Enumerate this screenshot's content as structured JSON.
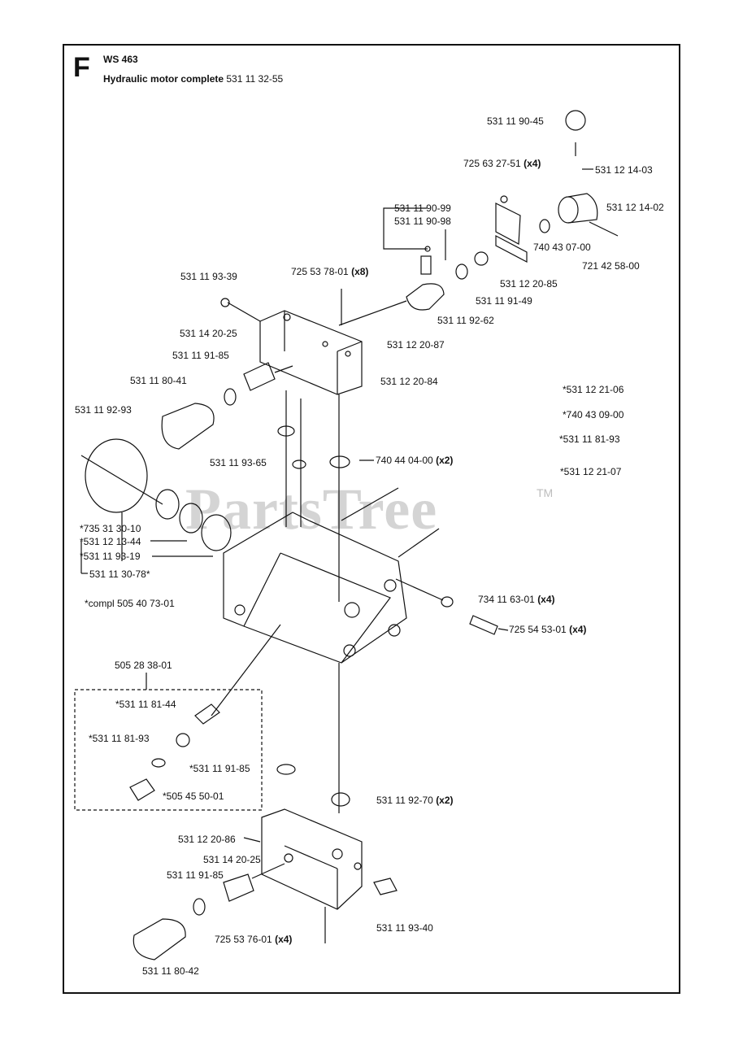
{
  "header": {
    "letter": "F",
    "model": "WS 463",
    "title_bold": "Hydraulic motor complete",
    "title_part": "531 11 32-55"
  },
  "watermark": {
    "text": "PartsTree",
    "tm": "TM"
  },
  "labels": {
    "p531119045": "531 11 90-45",
    "p72563 2751": "",
    "p725632751": "725 63 27-51",
    "x4a": "(x4)",
    "p531121403": "531 12 14-03",
    "p531121402": "531 12 14-02",
    "p531119099": "531 11 90-99",
    "p531119098": "531 11 90-98",
    "p740430700": "740 43 07-00",
    "p721425800": "721 42 58-00",
    "p725537801": "725 53 78-01",
    "x8": "(x8)",
    "p531119339": "531 11 93-39",
    "p531122085": "531 12 20-85",
    "p531119149": "531 11 91-49",
    "p531119262": "531 11 92-62",
    "p531142025a": "531 14 20-25",
    "p531122087": "531 12 20-87",
    "p531119185a": "531 11 91-85",
    "p531118041": "531 11 80-41",
    "p531122084": "531 12 20-84",
    "p531122106": "*531 12 21-06",
    "p740430900": "*740 43 09-00",
    "p531118193a": "*531 11 81-93",
    "p531122107": "*531 12 21-07",
    "p531119293": "531 11 92-93",
    "p531119365": "531 11 93-65",
    "p740440400": "740 44 04-00",
    "x2a": "(x2)",
    "p735313010": "*735 31 30-10",
    "p531121344": "*531 12 13-44",
    "p531119319": "*531 11 93-19",
    "p531113078": "531 11 30-78*",
    "compl": "*compl 505 40 73-01",
    "p734116301": "734 11 63-01",
    "x4b": "(x4)",
    "p725545301": "725 54 53-01",
    "x4c": "(x4)",
    "p505283801": "505 28 38-01",
    "p531118144": "*531 11 81-44",
    "p531118193b": "*531 11 81-93",
    "p531119185b": "*531 11 91-85",
    "p505455001": "*505 45 50-01",
    "p531119270": "531 11 92-70",
    "x2b": "(x2)",
    "p531122086": "531 12 20-86",
    "p531142025b": "531 14 20-25",
    "p531119185c": "531 11 91-85",
    "p531119340": "531 11 93-40",
    "p725537601": "725 53 76-01",
    "x4d": "(x4)",
    "p531118042": "531 11 80-42"
  }
}
